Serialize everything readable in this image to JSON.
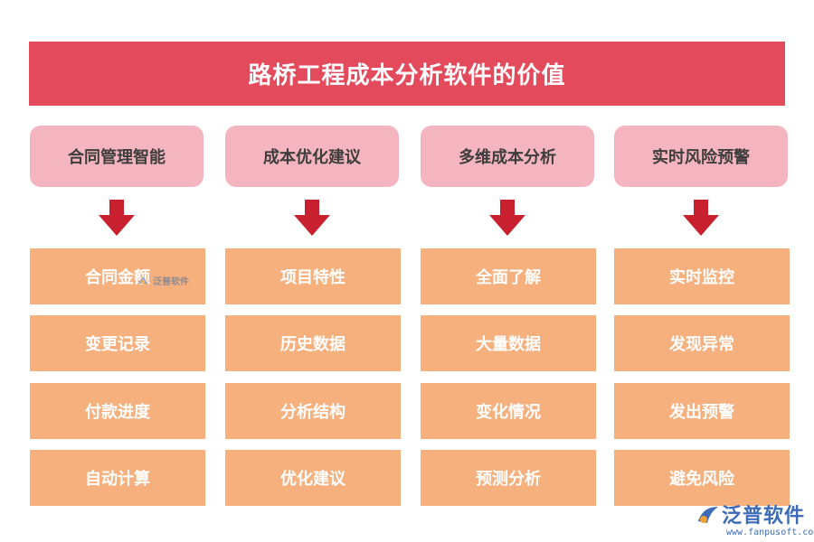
{
  "title": "路桥工程成本分析软件的价值",
  "columns": [
    {
      "header": "合同管理智能",
      "items": [
        "合同金额",
        "变更记录",
        "付款进度",
        "自动计算"
      ]
    },
    {
      "header": "成本优化建议",
      "items": [
        "项目特性",
        "历史数据",
        "分析结构",
        "优化建议"
      ]
    },
    {
      "header": "多维成本分析",
      "items": [
        "全面了解",
        "大量数据",
        "变化情况",
        "预测分析"
      ]
    },
    {
      "header": "实时风险预警",
      "items": [
        "实时监控",
        "发现异常",
        "发出预警",
        "避免风险"
      ]
    }
  ],
  "colors": {
    "title_bg": "#e34a5c",
    "header_bg": "#f5b5c0",
    "item_bg": "#f5b07e",
    "arrow": "#c8202f",
    "logo": "#3e6bb8"
  },
  "watermark": {
    "text": "泛普软件"
  },
  "logo": {
    "brand": "泛普软件",
    "url": "www.fanpusoft.com",
    "icon": "fanpu-logo-icon"
  }
}
